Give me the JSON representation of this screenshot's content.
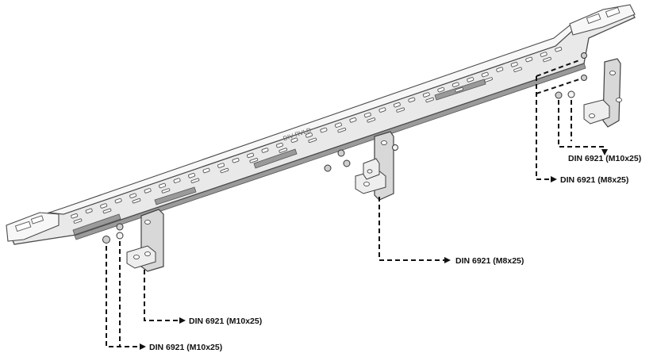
{
  "callouts": {
    "right_bolt_m10": "DIN 6921 (M10x25)",
    "right_bolt_m8": "DIN 6921 (M8x25)",
    "center_bolt_m8": "DIN 6921 (M8x25)",
    "left_bolt_m10_upper": "DIN 6921 (M10x25)",
    "left_bolt_m10_lower": "DIN 6921 (M10x25)"
  },
  "rail": {
    "embossed_text": "DIV-RVLD"
  }
}
